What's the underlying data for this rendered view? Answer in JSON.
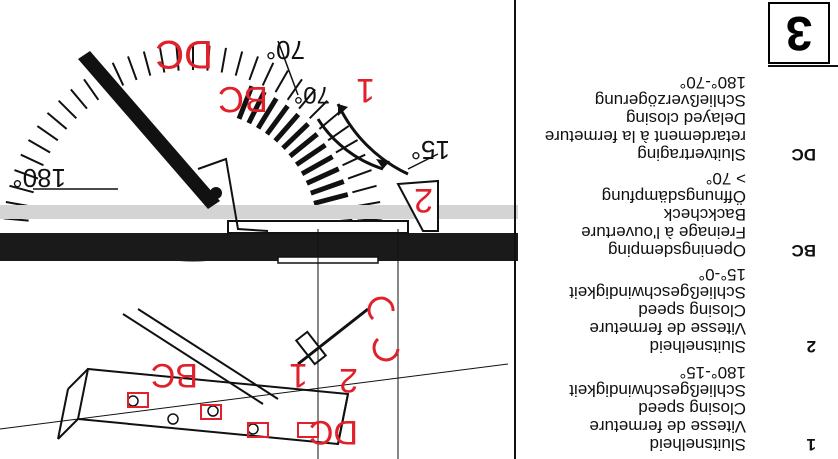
{
  "panel_number": "3",
  "diagram_labels": {
    "dc_top": "DC",
    "bc_top": "BC",
    "angle_70_top": "70°",
    "angle_70_mid": "70°",
    "angle_15": "15°",
    "angle_180": "180°",
    "zone_1": "1",
    "zone_2": "2",
    "screw_1": "1",
    "screw_2": "2",
    "bc_body": "BC",
    "dc_body": "DC"
  },
  "legend": [
    {
      "key": "1",
      "lines": [
        "Sluitsnelheid",
        "Vitesse de fermeture",
        "Closing speed",
        "Schließgeschwindigkeit",
        "180°-15°"
      ]
    },
    {
      "key": "2",
      "lines": [
        "Sluitsnelheid",
        "Vitesse de fermeture",
        "Closing speed",
        "Schließgeschwindigkeit",
        "15°-0°"
      ]
    },
    {
      "key": "BC",
      "lines": [
        "Openingsdemping",
        "Freinage à l'ouverture",
        "Backcheck",
        "Öffnungsdämpfung",
        "> 70°"
      ]
    },
    {
      "key": "DC",
      "lines": [
        "Sluitvertraging",
        "retardement à la fermeture",
        "Delayed closing",
        "Schließverzögerung",
        "180°-70°"
      ]
    }
  ],
  "colors": {
    "accent": "#e0202a",
    "ink": "#111111",
    "floor": "#1a1a1a",
    "band": "#d4d4d4"
  }
}
